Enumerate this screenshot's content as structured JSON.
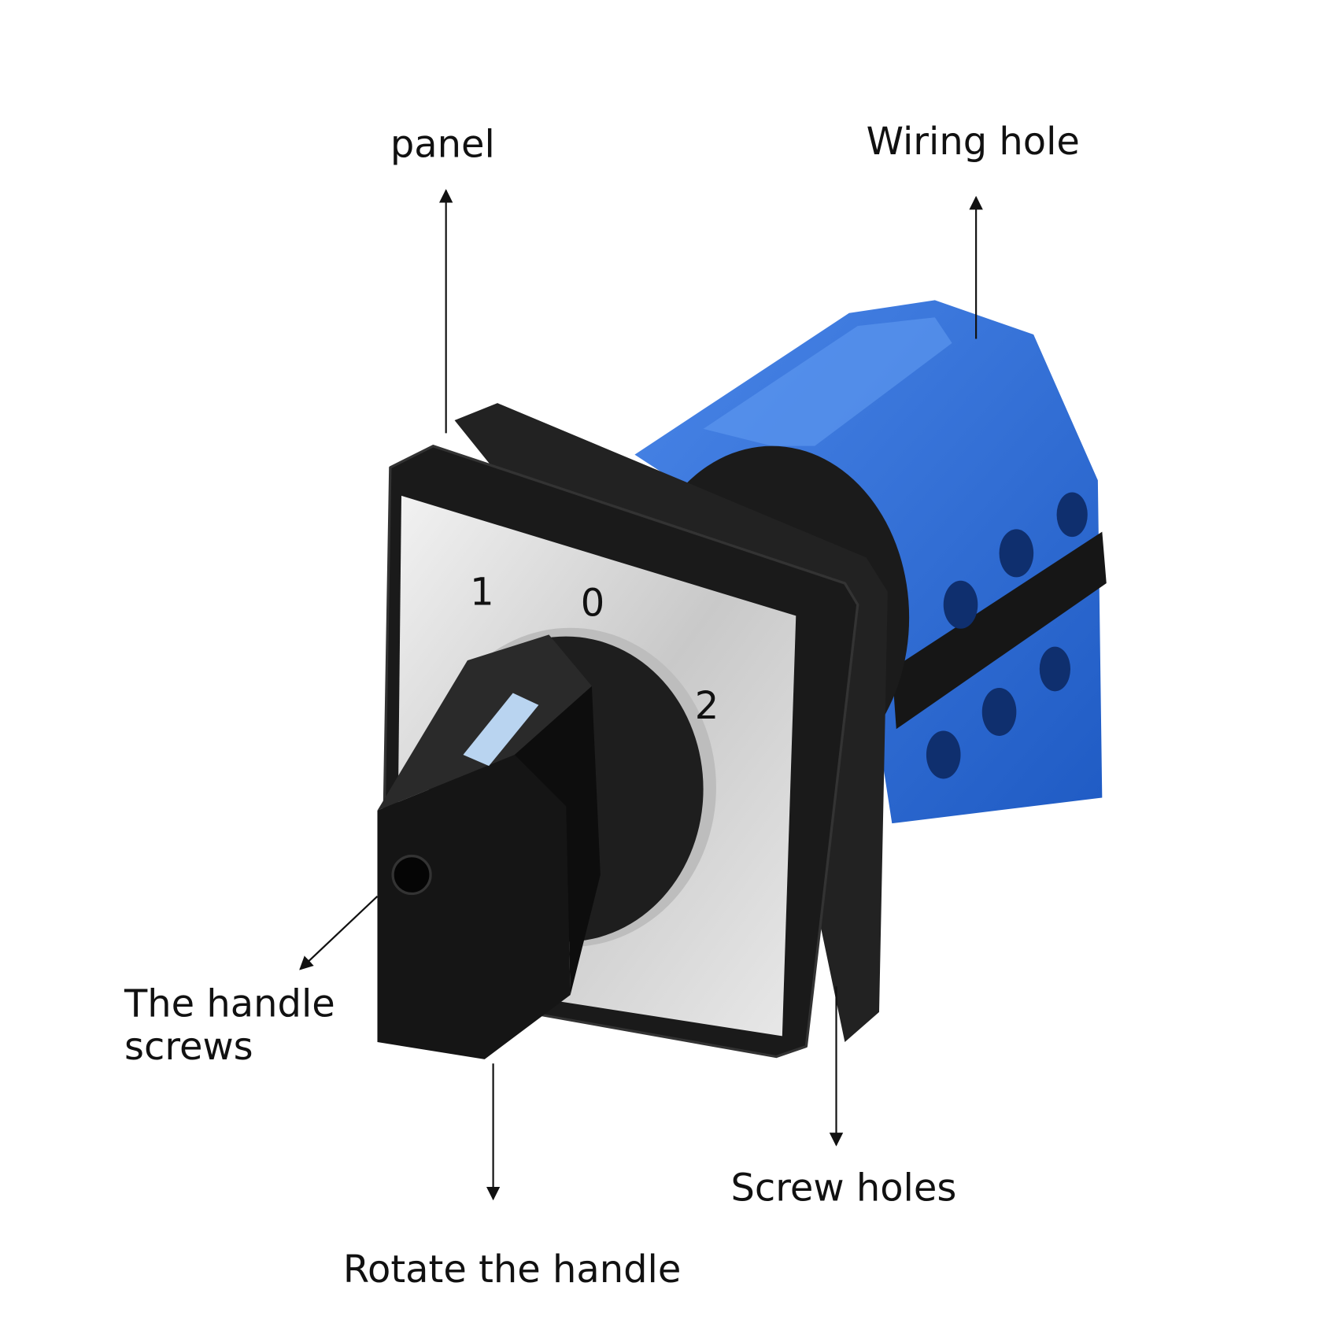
{
  "labels": {
    "panel": "panel",
    "wiring_hole": "Wiring hole",
    "handle_screws_line1": "The handle",
    "handle_screws_line2": "screws",
    "rotate_handle": "Rotate the handle",
    "screw_holes": "Screw holes"
  },
  "dial_positions": [
    "1",
    "0",
    "2"
  ],
  "colors": {
    "body_blue": "#2f6fd6",
    "bezel_black": "#1a1a1a",
    "plate_silver": "#d9d9d9",
    "indicator_stripe": "#b9d4f0"
  }
}
